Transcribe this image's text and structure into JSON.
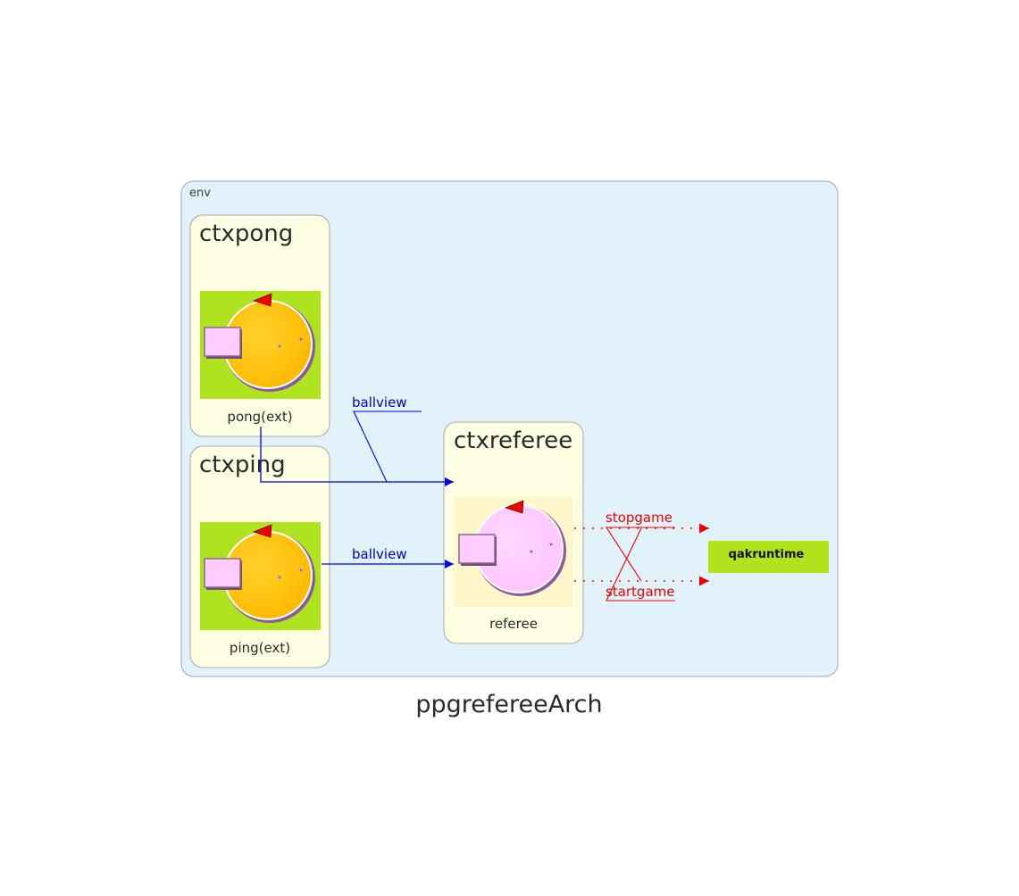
{
  "diagram": {
    "title": "ppgrefereeArch",
    "env_label": "env",
    "contexts": {
      "pong": {
        "title": "ctxpong",
        "actor": "pong(ext)"
      },
      "ping": {
        "title": "ctxping",
        "actor": "ping(ext)"
      },
      "referee": {
        "title": "ctxreferee",
        "actor": "referee"
      }
    },
    "edges": {
      "pong_ballview": "ballview",
      "ping_ballview": "ballview",
      "stopgame": "stopgame",
      "startgame": "startgame"
    },
    "runtime_node": "qakruntime"
  },
  "colors": {
    "env_fill": "#e2f2fa",
    "env_stroke": "#a6b8c6",
    "context_fill": "#fefee2",
    "context_stroke": "#a9a9a9",
    "icon_green": "#b0e31f",
    "icon_orange": "#ffc012",
    "icon_pink": "#ffccff",
    "icon_red": "#ff0000",
    "dispatch_blue": "#0000e6",
    "event_red": "#ee0000",
    "runtime_green": "#b2e21e"
  }
}
